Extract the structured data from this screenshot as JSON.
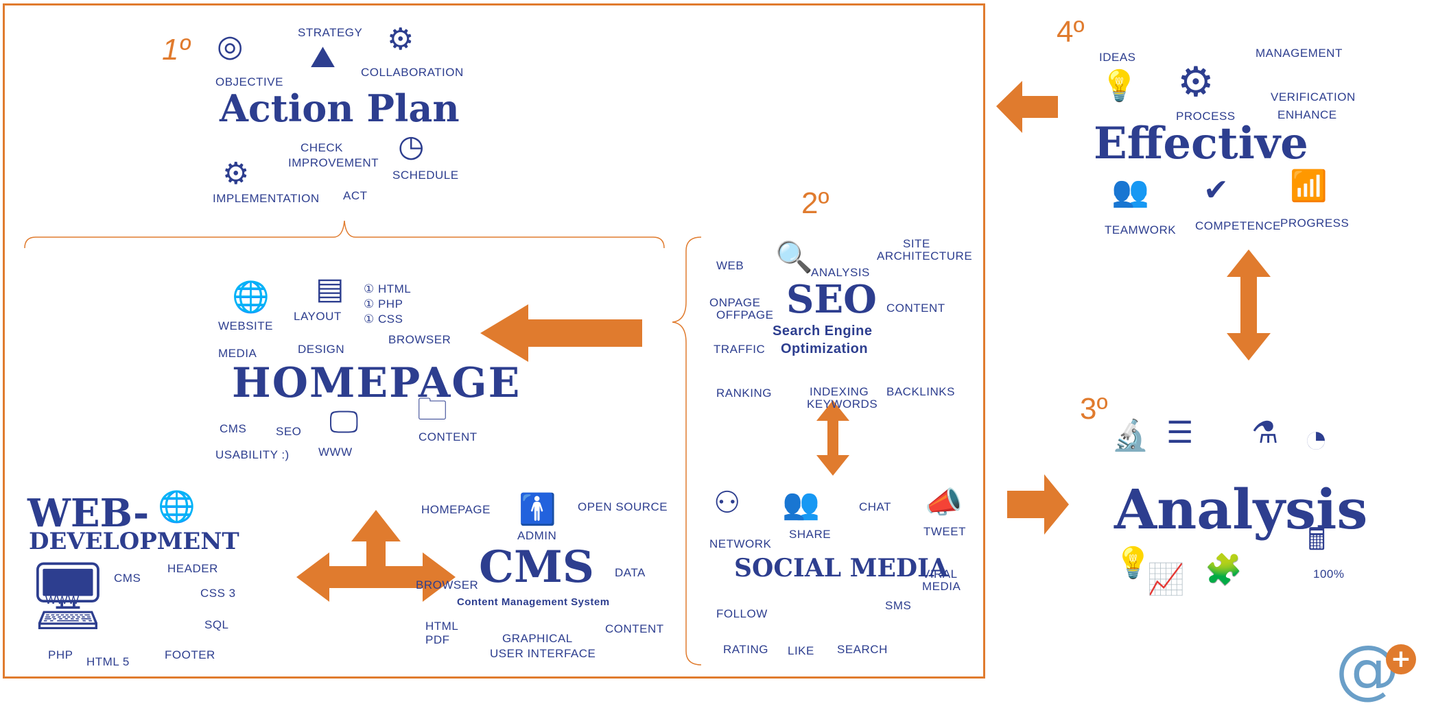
{
  "steps": {
    "s1": "1º",
    "s2": "2º",
    "s3": "3º",
    "s4": "4º"
  },
  "colors": {
    "accent": "#e07b2e",
    "ink": "#2d3e8f"
  },
  "action_plan": {
    "title": "Action Plan",
    "words": [
      "OBJECTIVE",
      "STRATEGY",
      "COLLABORATION",
      "CHECK",
      "IMPROVEMENT",
      "SCHEDULE",
      "IMPLEMENTATION",
      "ACT"
    ]
  },
  "homepage": {
    "title": "HOMEPAGE",
    "words": [
      "WEBSITE",
      "LAYOUT",
      "① HTML",
      "① PHP",
      "① CSS",
      "MEDIA",
      "DESIGN",
      "BROWSER",
      "CMS",
      "SEO",
      "CONTENT",
      "USABILITY :)",
      "WWW"
    ]
  },
  "webdev": {
    "title1": "WEB-",
    "title2": "DEVELOPMENT",
    "words": [
      "CMS",
      "HEADER",
      "CSS 3",
      "SQL",
      "WWW",
      "PHP",
      "HTML 5",
      "FOOTER"
    ]
  },
  "cms": {
    "title": "CMS",
    "subtitle": "Content Management System",
    "words": [
      "HOMEPAGE",
      "ADMIN",
      "OPEN SOURCE",
      "BROWSER",
      "DATA",
      "HTML",
      "PDF",
      "GRAPHICAL",
      "USER INTERFACE",
      "CONTENT"
    ]
  },
  "seo": {
    "title": "SEO",
    "subtitle1": "Search Engine",
    "subtitle2": "Optimization",
    "words": [
      "WEB",
      "ANALYSIS",
      "SITE",
      "ARCHITECTURE",
      "ONPAGE",
      "OFFPAGE",
      "CONTENT",
      "TRAFFIC",
      "RANKING",
      "INDEXING",
      "KEYWORDS",
      "BACKLINKS"
    ]
  },
  "social": {
    "title": "SOCIAL MEDIA",
    "words": [
      "NETWORK",
      "SHARE",
      "CHAT",
      "TWEET",
      "VIRAL",
      "MEDIA",
      "FOLLOW",
      "RATING",
      "LIKE",
      "SEARCH",
      "SMS"
    ]
  },
  "effective": {
    "title": "Effective",
    "words": [
      "IDEAS",
      "MANAGEMENT",
      "PROCESS",
      "VERIFICATION",
      "ENHANCE",
      "TEAMWORK",
      "COMPETENCE",
      "PROGRESS"
    ]
  },
  "analysis": {
    "title": "Analysis",
    "words": [
      "100%"
    ]
  }
}
